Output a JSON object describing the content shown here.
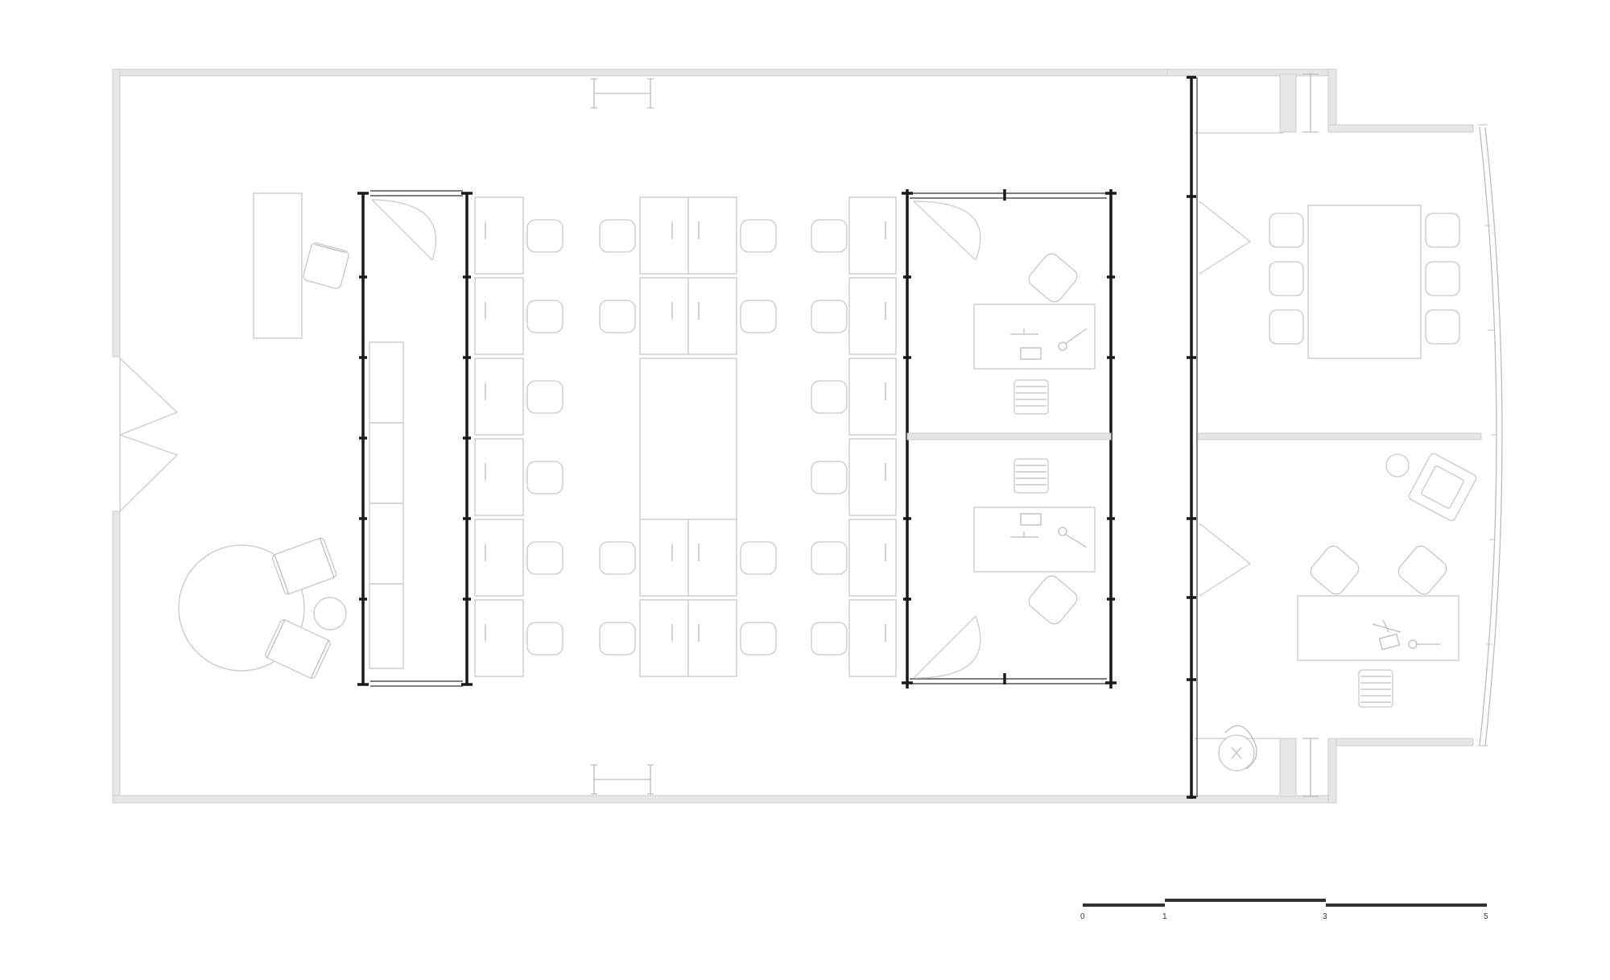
{
  "scale_bar": {
    "labels": [
      "0",
      "1",
      "3",
      "5"
    ]
  },
  "colors": {
    "wall": "#e6e6e6",
    "line": "#cccccc",
    "partition": "#1a1a1a",
    "scale": "#333333"
  }
}
